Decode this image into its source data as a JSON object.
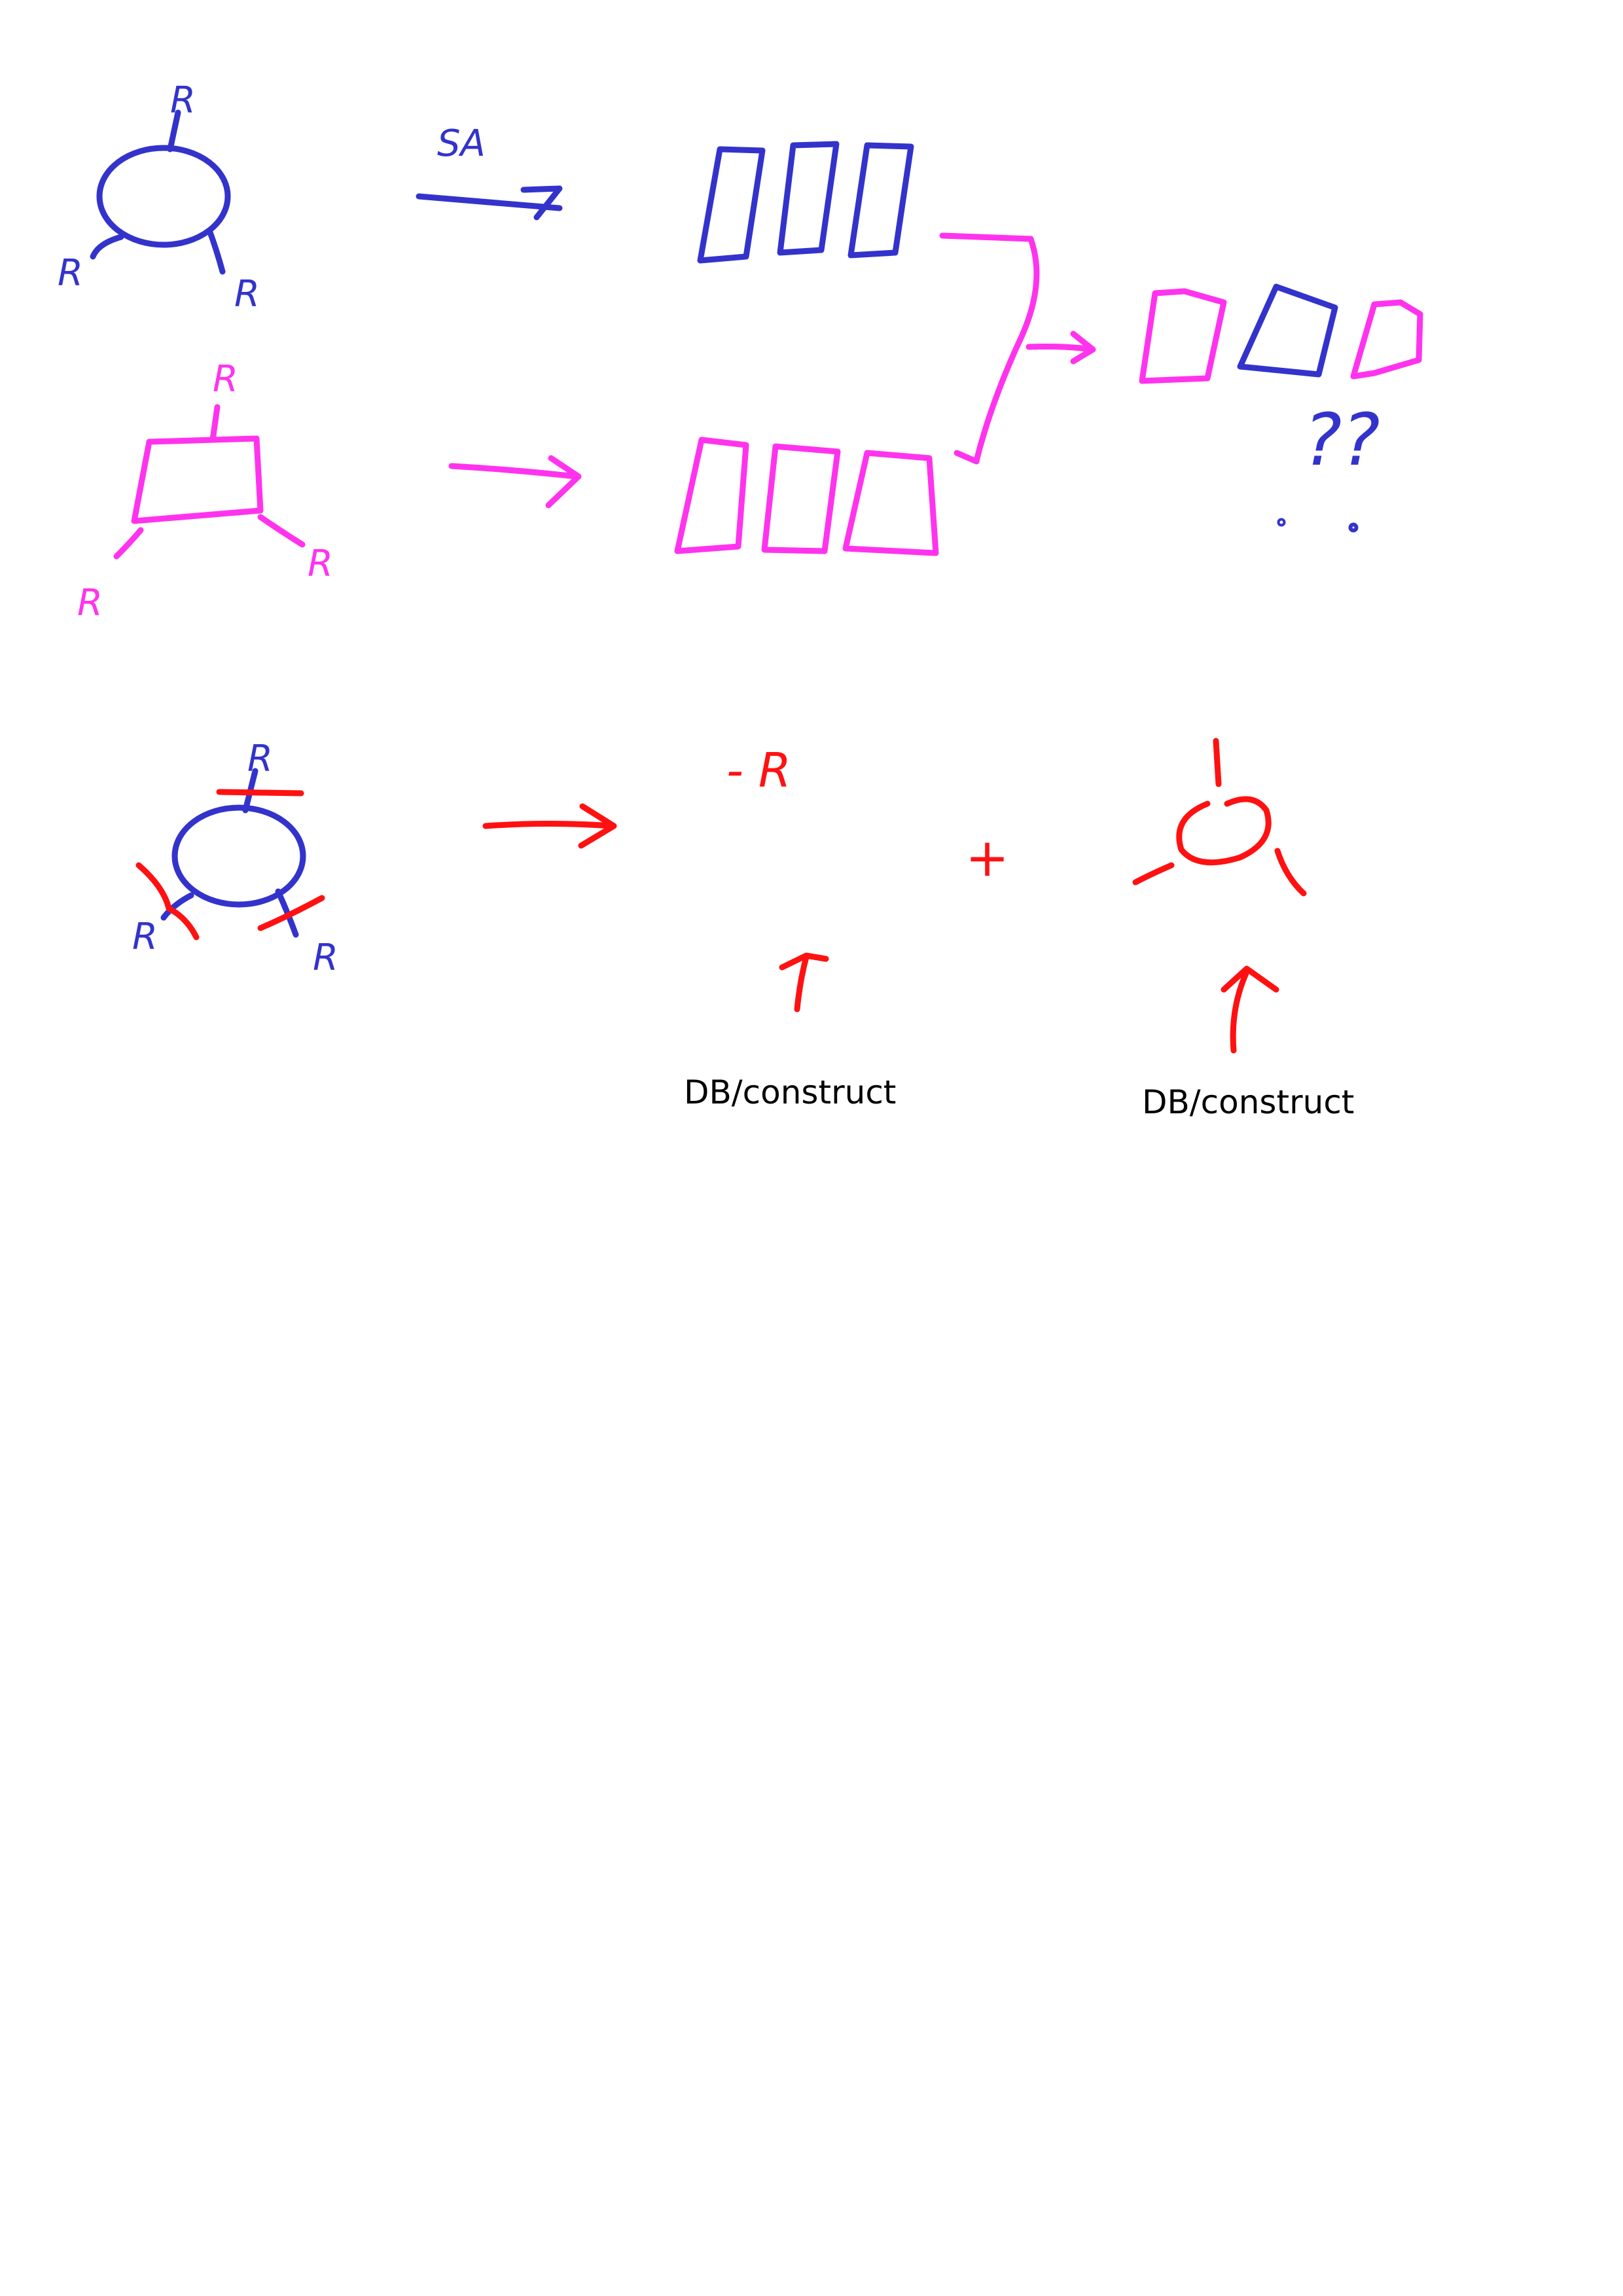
{
  "colors": {
    "blue": "#3333cc",
    "magenta": "#ff33ee",
    "red": "#ff1111",
    "text": "#000000",
    "background": "#ffffff"
  },
  "diagram": {
    "blue_molecule": {
      "substituents": [
        "R",
        "R",
        "R"
      ]
    },
    "sa_arrow_label": "SA",
    "magenta_molecule": {
      "substituents": [
        "R",
        "R",
        "R"
      ]
    },
    "question_marks": "??",
    "red_fragment_label": "- R",
    "plus_sign": "+"
  },
  "captions": {
    "left": "DB/construct",
    "right": "DB/construct"
  }
}
